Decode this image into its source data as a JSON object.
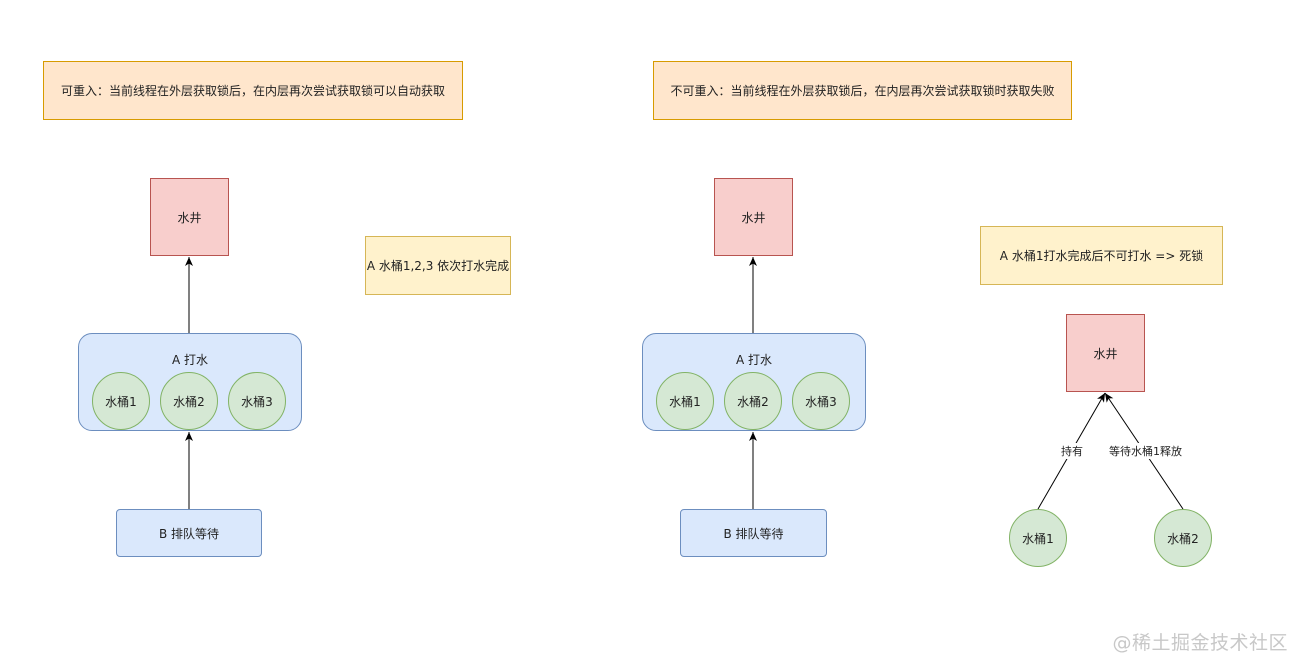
{
  "left": {
    "note": "可重入：当前线程在外层获取锁后，在内层再次尝试获取锁可以自动获取",
    "well": "水井",
    "side_note": "A 水桶1,2,3 依次打水完成",
    "group_label": "A 打水",
    "buckets": [
      "水桶1",
      "水桶2",
      "水桶3"
    ],
    "queue": "B 排队等待"
  },
  "right": {
    "note": "不可重入：当前线程在外层获取锁后，在内层再次尝试获取锁时获取失败",
    "well": "水井",
    "group_label": "A 打水",
    "buckets": [
      "水桶1",
      "水桶2",
      "水桶3"
    ],
    "queue": "B 排队等待"
  },
  "deadlock": {
    "note": "A 水桶1打水完成后不可打水 => 死锁",
    "well": "水井",
    "edge_hold": "持有",
    "edge_wait": "等待水桶1释放",
    "bucket1": "水桶1",
    "bucket2": "水桶2"
  },
  "watermark": "@稀土掘金技术社区"
}
